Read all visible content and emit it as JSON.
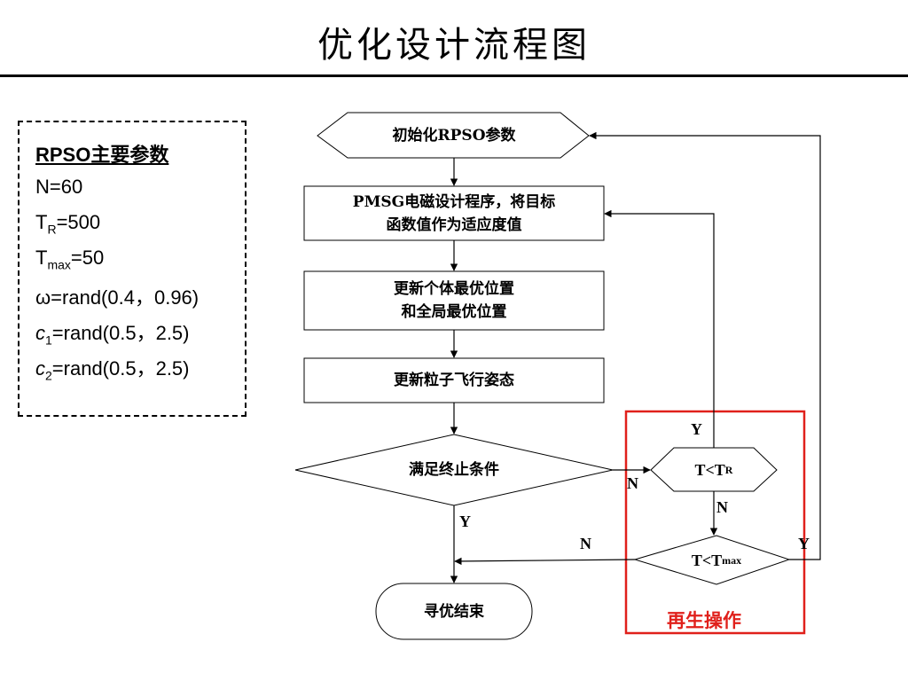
{
  "title": "优化设计流程图",
  "params": {
    "heading": "RPSO主要参数",
    "n": "N=60",
    "tr_base": "T",
    "tr_sub": "R",
    "tr_value": "=500",
    "tmax_base": "T",
    "tmax_sub": "max",
    "tmax_value": "=50",
    "omega": "ω=rand(0.4，0.96)",
    "c1_base": "c",
    "c1_sub": "1",
    "c1_value": "=rand(0.5，2.5)",
    "c2_base": "c",
    "c2_sub": "2",
    "c2_value": "=rand(0.5，2.5)"
  },
  "nodes": {
    "init": "初始化RPSO参数",
    "pmsg_line1": "PMSG电磁设计程序，将目标",
    "pmsg_line2": "函数值作为适应度值",
    "update_best_line1": "更新个体最优位置",
    "update_best_line2": "和全局最优位置",
    "update_particles": "更新粒子飞行姿态",
    "termination": "满足终止条件",
    "t_lt_tr_base": "T<T",
    "t_lt_tr_sub": "R",
    "t_lt_tmax_base": "T<T",
    "t_lt_tmax_sub": "max",
    "end": "寻优结束"
  },
  "labels": {
    "yes": "Y",
    "no": "N"
  },
  "regen": {
    "label": "再生操作",
    "color": "#e0201b"
  }
}
